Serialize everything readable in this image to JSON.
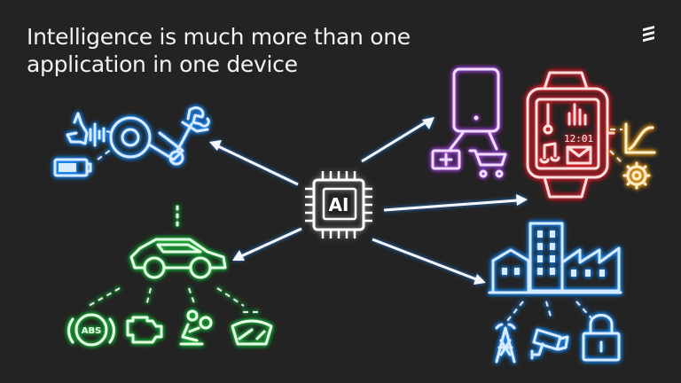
{
  "slide": {
    "title_line1": "Intelligence is much more than one",
    "title_line2": "application in one device"
  },
  "chip": {
    "label": "AI"
  },
  "car_icons": {
    "abs_label": "ABS"
  },
  "watch": {
    "clock": "12:01"
  },
  "glow_colors": {
    "robot": "#1e8cff",
    "car": "#1fb53a",
    "phone": "#9b3fd6",
    "watch": "#e0202a",
    "chart_gear": "#e89a1a",
    "factory": "#1e6fe8",
    "chip": "#ffffff"
  },
  "icons": [
    "logo-icon",
    "ai-chip-icon",
    "robot-arm-icon",
    "voice-icon",
    "battery-icon",
    "car-icon",
    "signal-icon",
    "abs-icon",
    "engine-icon",
    "airbag-icon",
    "windshield-icon",
    "tablet-icon",
    "medical-kit-icon",
    "cart-icon",
    "smartwatch-icon",
    "line-chart-icon",
    "gear-icon",
    "factory-icon",
    "tower-icon",
    "camera-icon",
    "lock-icon"
  ]
}
